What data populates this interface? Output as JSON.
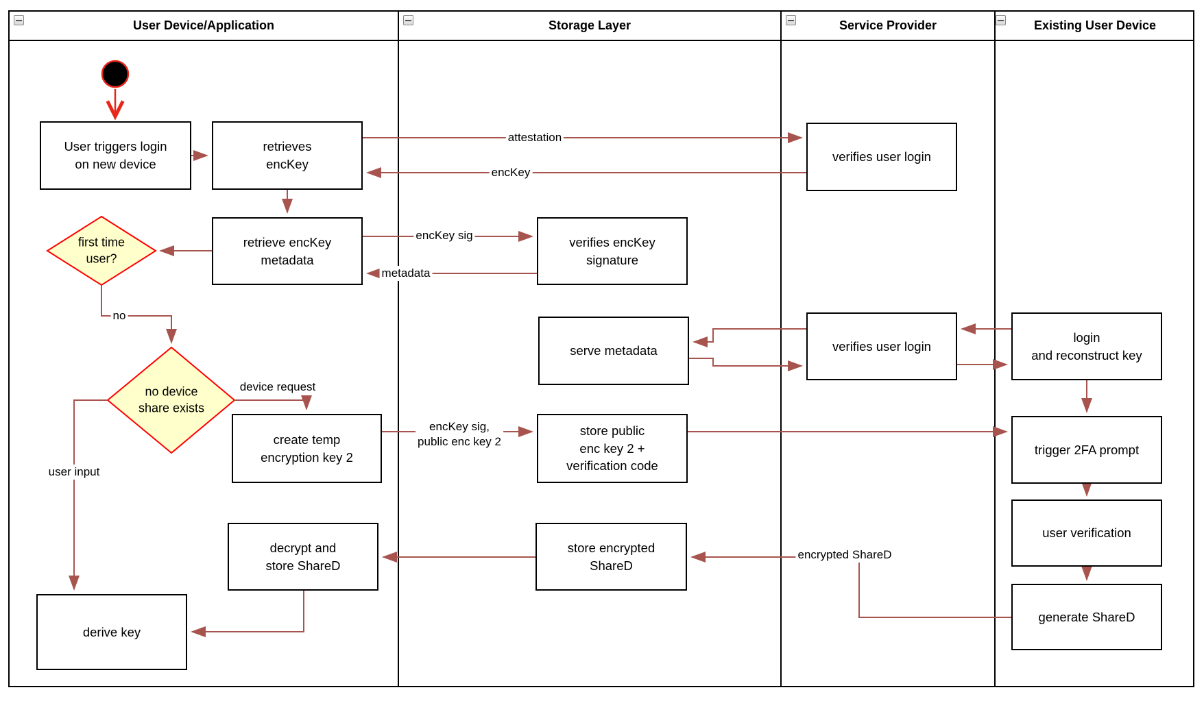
{
  "lanes": [
    {
      "title": "User Device/Application"
    },
    {
      "title": "Storage Layer"
    },
    {
      "title": "Service Provider"
    },
    {
      "title": "Existing User Device"
    }
  ],
  "nodes": {
    "user_triggers": {
      "label": "User triggers login\non new device"
    },
    "retrieves_enckey": {
      "label": "retrieves\nencKey"
    },
    "retrieve_metadata": {
      "label": "retrieve encKey\nmetadata"
    },
    "verifies_enckey_sig": {
      "label": "verifies encKey\nsignature"
    },
    "verifies_user_login1": {
      "label": "verifies user login"
    },
    "serve_metadata": {
      "label": "serve metadata"
    },
    "verifies_user_login2": {
      "label": "verifies user login"
    },
    "login_reconstruct": {
      "label": "login\nand reconstruct key"
    },
    "create_temp_key": {
      "label": "create temp\nencryption key 2"
    },
    "store_public_key": {
      "label": "store public\nenc key 2 +\nverification code"
    },
    "trigger_2fa": {
      "label": "trigger 2FA prompt"
    },
    "user_verification": {
      "label": "user verification"
    },
    "generate_shared": {
      "label": "generate ShareD"
    },
    "decrypt_store": {
      "label": "decrypt and\nstore ShareD"
    },
    "store_encrypted": {
      "label": "store encrypted\nShareD"
    },
    "derive_key": {
      "label": "derive key"
    }
  },
  "decisions": {
    "first_time_user": {
      "label": "first time\nuser?"
    },
    "no_device_share": {
      "label": "no device\nshare exists"
    }
  },
  "edge_labels": {
    "attestation": "attestation",
    "enckey": "encKey",
    "enckey_sig": "encKey sig",
    "metadata": "metadata",
    "no": "no",
    "device_request": "device request",
    "enckey_sig_public": "encKey sig,\npublic enc key 2",
    "encrypted_shared": "encrypted ShareD",
    "user_input": "user input"
  },
  "colors": {
    "connector": "#a8544e",
    "start_accent": "#e8271a",
    "decision_fill": "#ffffcc",
    "decision_border": "#ff0000",
    "node_border": "#000000"
  }
}
